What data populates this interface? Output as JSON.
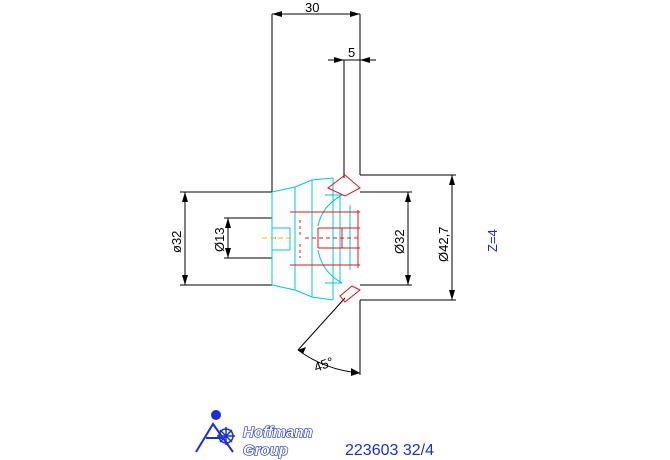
{
  "dimensions": {
    "width_30": "30",
    "width_5": "5",
    "dia_32_left": "ø32",
    "dia_13": "Ø13",
    "dia_32_right": "Ø32",
    "dia_42_7": "Ø42,7",
    "angle_45": "45°"
  },
  "teeth_note": "Z=4",
  "logo": {
    "line1": "Hoffmann",
    "line2": "Group"
  },
  "part_number": "223603 32/4",
  "colors": {
    "dimension": "#000000",
    "outline": "#00c8dc",
    "cutter": "#e0141e",
    "centerline": "#e8c000",
    "accent": "#1a2fd0"
  }
}
